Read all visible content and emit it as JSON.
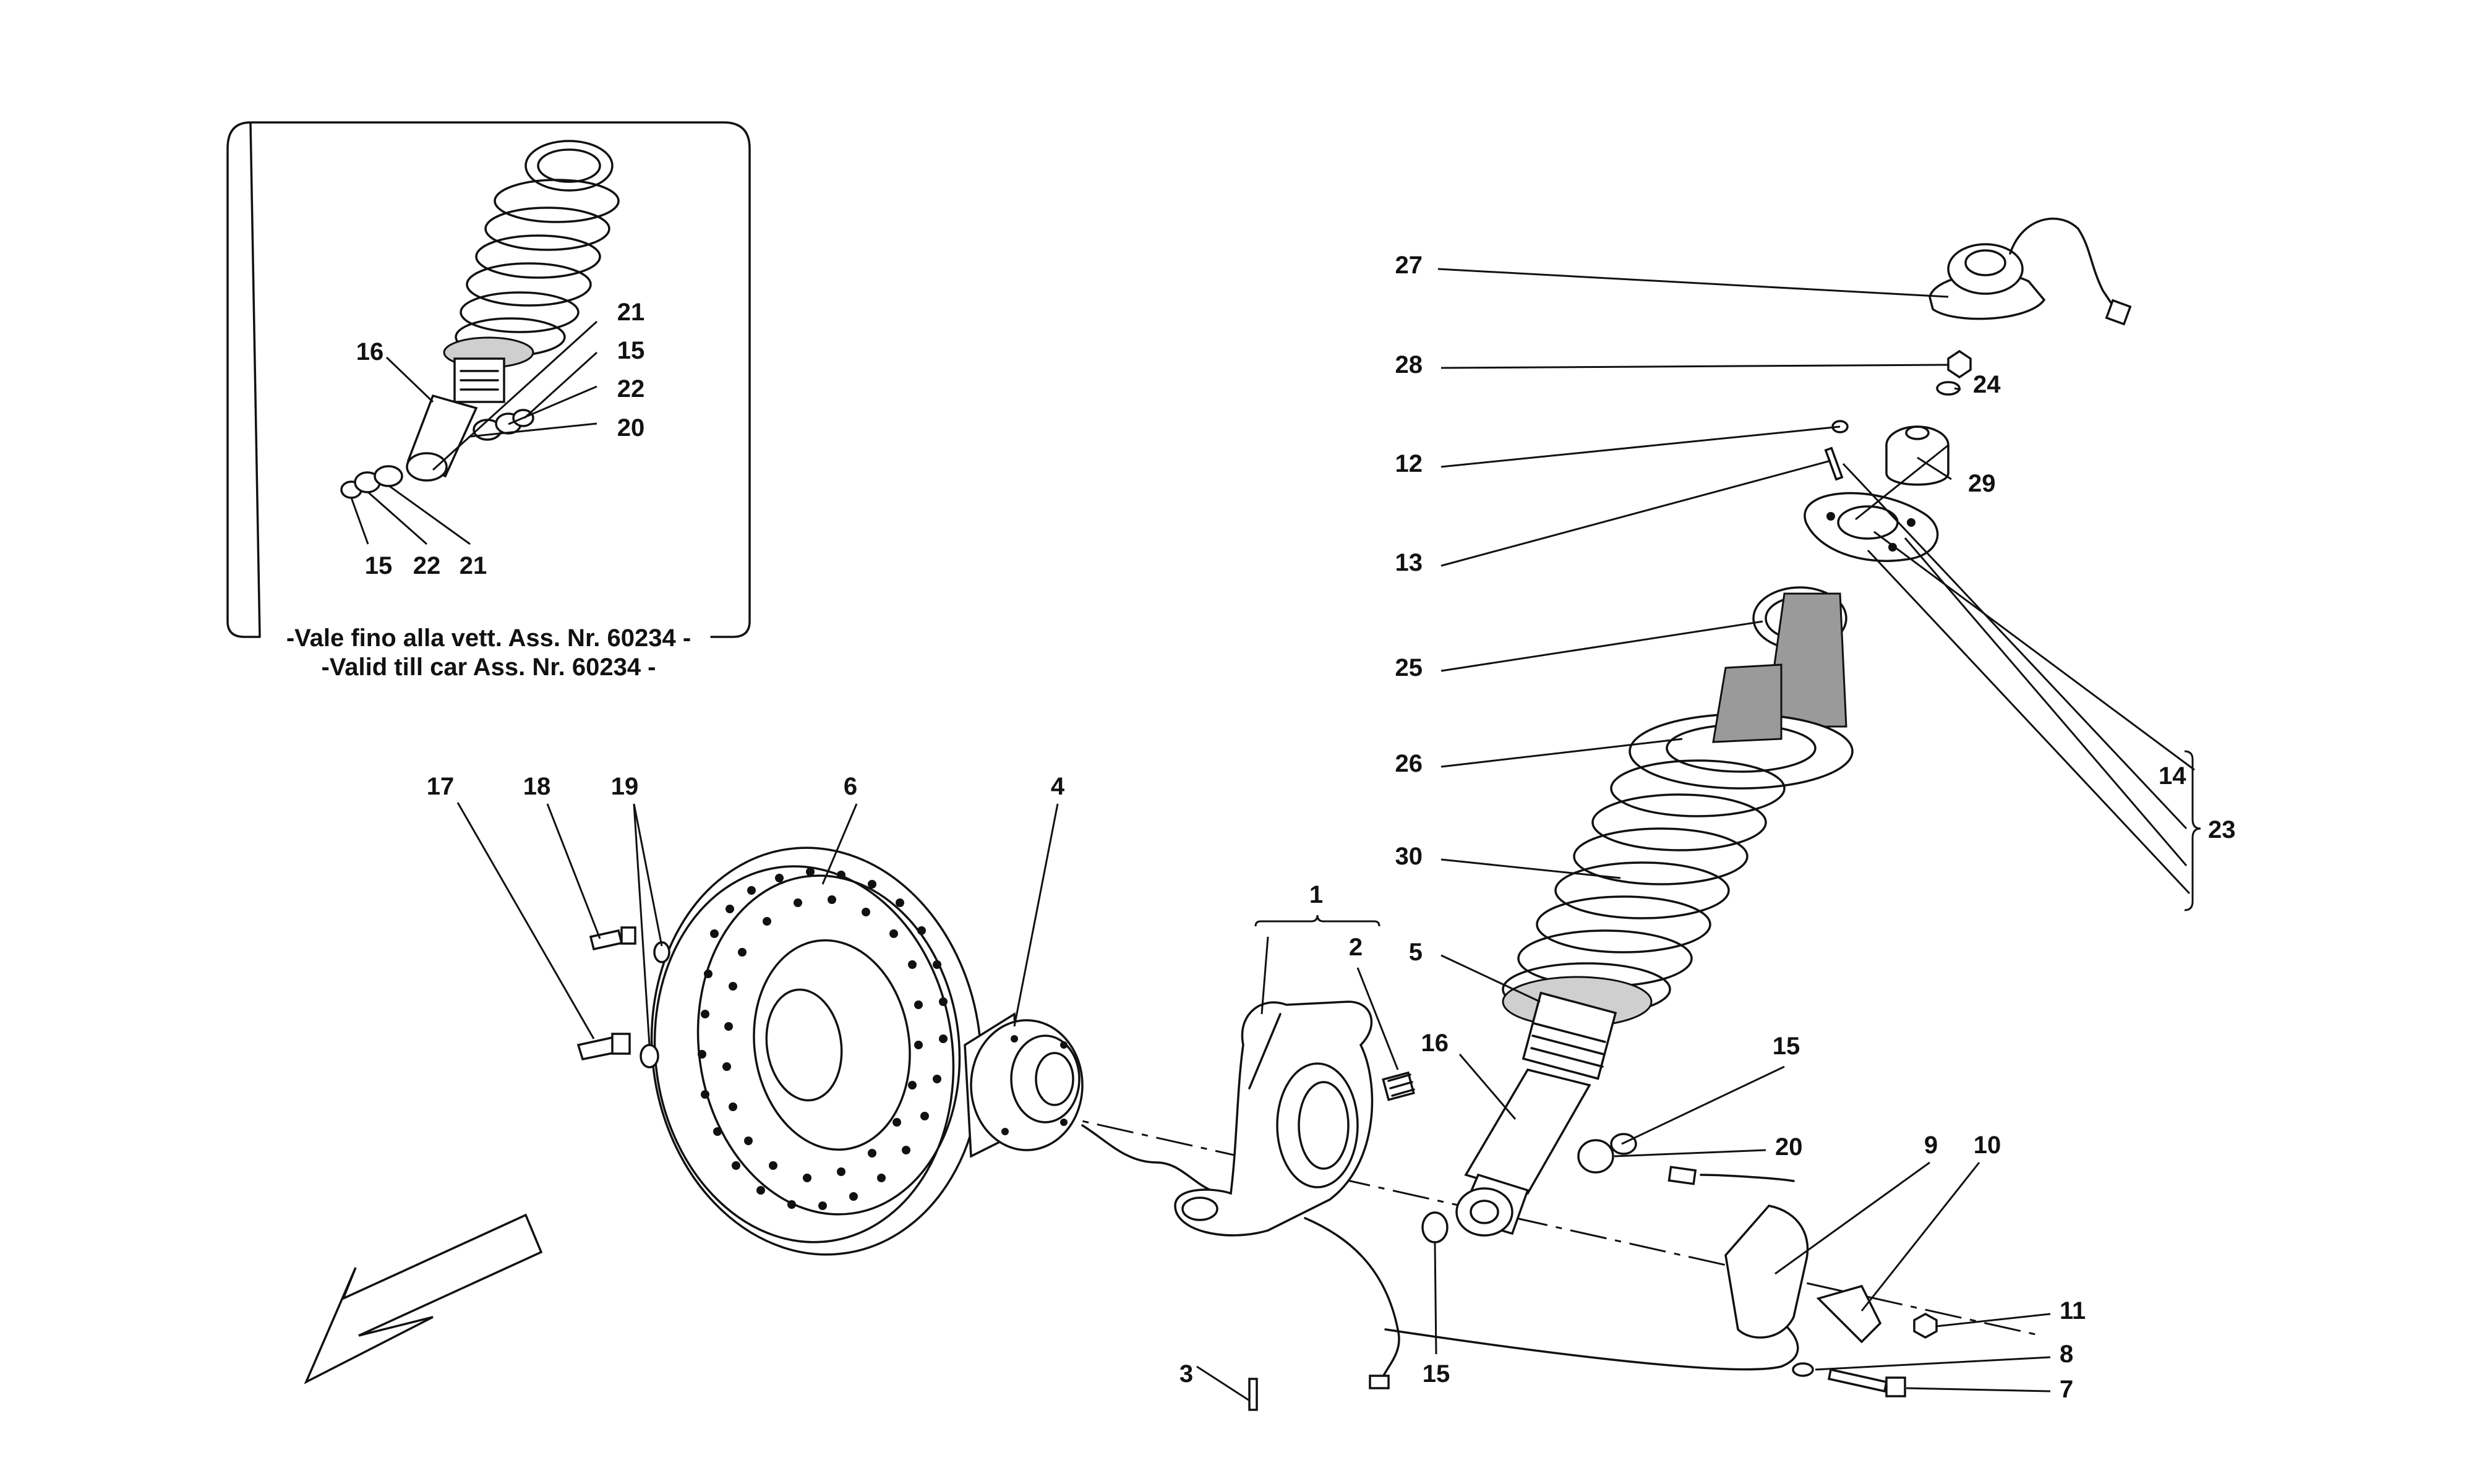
{
  "inset": {
    "note_it": "-Vale fino alla vett. Ass. Nr. 60234 -",
    "note_en": "-Valid till car Ass. Nr. 60234 -",
    "labels": [
      "16",
      "21",
      "15",
      "22",
      "20",
      "15",
      "22",
      "21"
    ]
  },
  "callouts": [
    "27",
    "28",
    "24",
    "12",
    "29",
    "13",
    "25",
    "26",
    "14",
    "23",
    "30",
    "5",
    "17",
    "18",
    "19",
    "6",
    "4",
    "1",
    "2",
    "16",
    "15",
    "20",
    "9",
    "10",
    "11",
    "8",
    "7",
    "3",
    "15"
  ],
  "icons": {
    "direction": "front-direction-arrow-icon"
  }
}
